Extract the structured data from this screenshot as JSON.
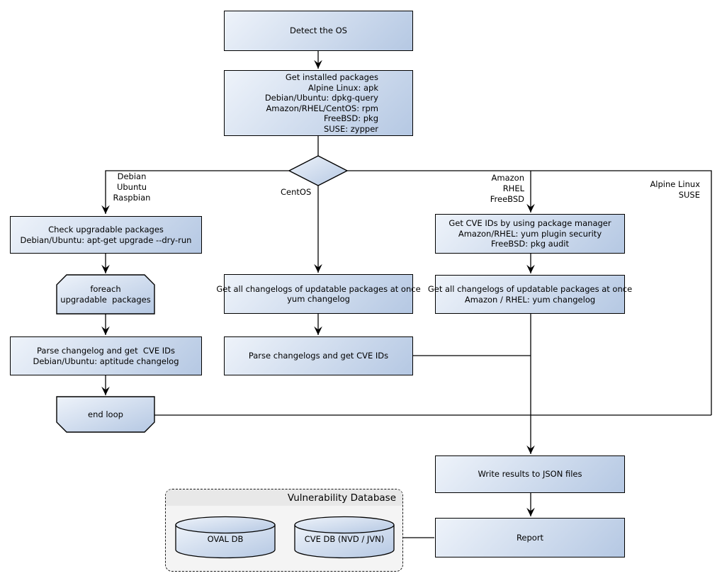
{
  "colors": {
    "node_gradient_start": "#eef3fa",
    "node_gradient_end": "#b5c8e3",
    "outline": "#000000",
    "group_fill": "#f4f4f4",
    "group_header_fill": "#e8e8e8",
    "background": "#ffffff"
  },
  "nodes": {
    "detect_os": "Detect the OS",
    "get_installed_packages": "Get installed packages\nAlpine Linux: apk\nDebian/Ubuntu: dpkg-query\nAmazon/RHEL/CentOS: rpm\nFreeBSD: pkg\nSUSE: zypper",
    "check_upgradable": "Check upgradable packages\nDebian/Ubuntu: apt-get upgrade --dry-run",
    "foreach_loop": "foreach\nupgradable  packages",
    "parse_changelog_left": "Parse changelog and get  CVE IDs\nDebian/Ubuntu: aptitude changelog",
    "end_loop": "end loop",
    "get_changelogs_centos": "Get all changelogs of updatable packages at once\nyum changelog",
    "parse_changelogs_center": "Parse changelogs and get CVE IDs",
    "get_cve_ids_pkg_manager": "Get CVE IDs by using package manager\nAmazon/RHEL: yum plugin security\nFreeBSD: pkg audit",
    "get_changelogs_amazon": "Get all changelogs of updatable packages at once\nAmazon / RHEL: yum changelog",
    "write_results": "Write results to JSON files",
    "report": "Report"
  },
  "branch_labels": {
    "debian": "Debian\nUbuntu\nRaspbian",
    "centos": "CentOS",
    "amazon": "Amazon\nRHEL\nFreeBSD",
    "alpine": "Alpine Linux\nSUSE"
  },
  "database_group": {
    "title": "Vulnerability Database",
    "oval_db": "OVAL DB",
    "cve_db": "CVE DB (NVD / JVN)"
  }
}
